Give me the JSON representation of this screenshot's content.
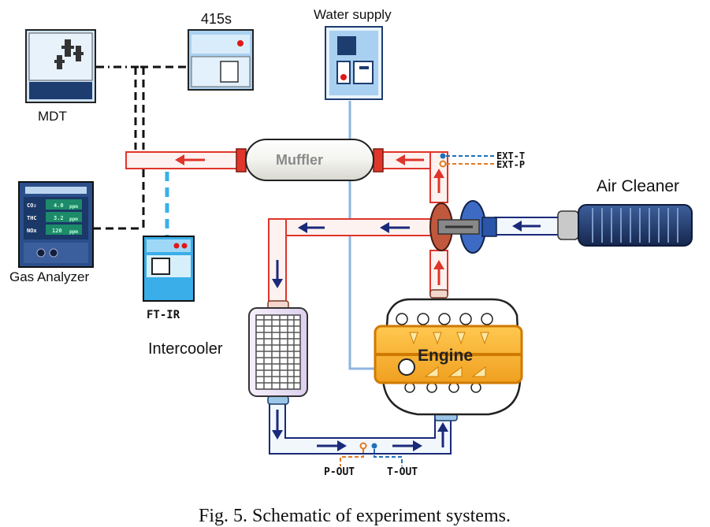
{
  "labels": {
    "mdt": "MDT",
    "s415": "415s",
    "water_supply": "Water supply",
    "muffler": "Muffler",
    "ext_t": "EXT-T",
    "ext_p": "EXT-P",
    "air_cleaner": "Air Cleaner",
    "gas_analyzer": "Gas Analyzer",
    "ftir": "FT-IR",
    "intercooler": "Intercooler",
    "engine": "Engine",
    "p_out": "P-OUT",
    "t_out": "T-OUT"
  },
  "gas_display": {
    "rows": [
      {
        "name": "CO₂",
        "value": "4.0",
        "unit": "ppm"
      },
      {
        "name": "THC",
        "value": "3.2",
        "unit": "ppm"
      },
      {
        "name": "NOx",
        "value": "120",
        "unit": "ppm"
      }
    ]
  },
  "caption": "Fig. 5. Schematic of experiment systems.",
  "colors": {
    "exhaust_pipe": "#e0352b",
    "intake_pipe": "#1a2a7a",
    "water_line": "#8fb4e0",
    "ftir_line": "#3ab0e8",
    "engine_body": "#ffb830",
    "engine_border": "#d07a00",
    "sensor_orange": "#e07a20",
    "sensor_blue": "#2070b8"
  }
}
